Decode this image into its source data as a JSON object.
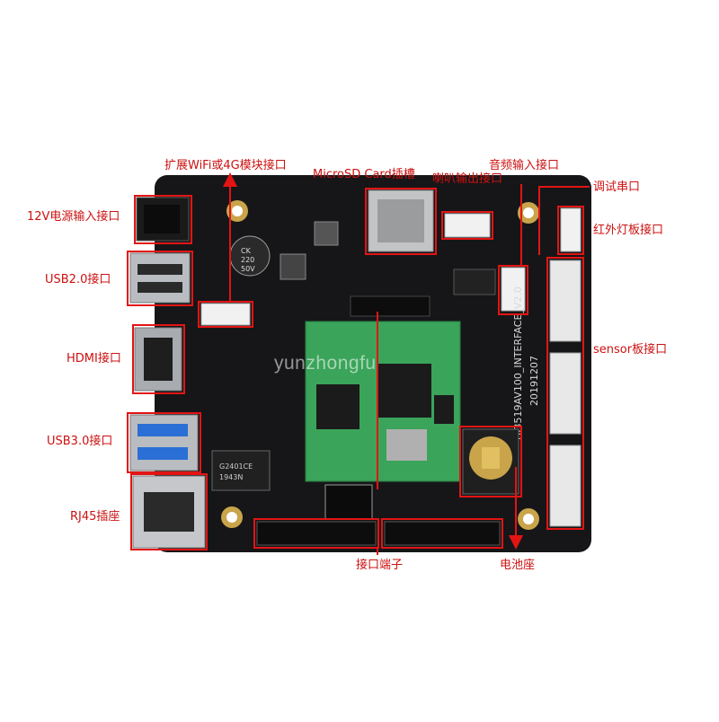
{
  "colors": {
    "callout": "#e31414",
    "label_text": "#cc1111",
    "pcb": "#161618",
    "module": "#3aa45a"
  },
  "labels": {
    "wifi_4g": "扩展WiFi或4G模块接口",
    "microsd": "MicroSD Card插槽",
    "speaker": "喇叭输出接口",
    "audio_in": "音频输入接口",
    "debug": "调试串口",
    "power_12v": "12V电源输入接口",
    "ir_board": "红外灯板接口",
    "usb2": "USB2.0接口",
    "hdmi": "HDMI接口",
    "sensor": "sensor板接口",
    "usb3": "USB3.0接口",
    "rj45": "RJ45插座",
    "io_header": "接口端子",
    "battery": "电池座"
  },
  "board_marks": {
    "silk_title": "HI3519AV100_INTERFACE_V2.0",
    "silk_date": "20191207",
    "cap_text_1": "CK",
    "cap_text_2": "220",
    "cap_text_3": "50V",
    "magnetics_1": "G2401CE",
    "magnetics_2": "1943N"
  },
  "watermark": "yunzhongfu"
}
